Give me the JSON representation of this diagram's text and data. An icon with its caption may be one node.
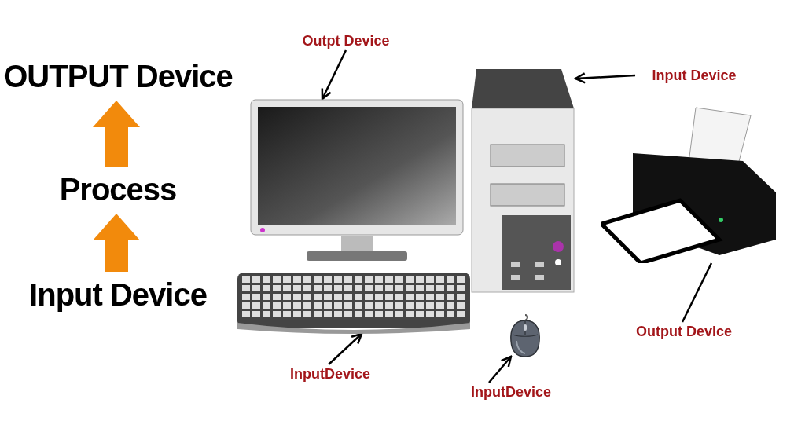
{
  "diagram": {
    "nodes": [
      {
        "text": [
          "OUTPUT Device"
        ]
      },
      {
        "text": [
          "Process"
        ]
      },
      {
        "text": [
          "Input Device"
        ]
      },
      {
        "text": [
          "Outpt Device"
        ]
      },
      {
        "text": [],
        "shape": "picture"
      },
      {
        "text": [],
        "shape": "picture"
      },
      {
        "text": [
          "Input Device"
        ]
      },
      {
        "text": [],
        "shape": "picture"
      },
      {
        "text": [],
        "shape": "picture"
      },
      {
        "text": [],
        "shape": "picture"
      },
      {
        "text": [
          "Output Device"
        ]
      },
      {
        "text": [
          "InputDevice"
        ]
      },
      {
        "text": [
          "InputDevice"
        ]
      }
    ],
    "edges": [
      {
        "from": 2,
        "to": 1,
        "arrow": "to",
        "style": "thick",
        "color": "#f28a0c"
      },
      {
        "from": 1,
        "to": 0,
        "arrow": "to",
        "style": "thick",
        "color": "#f28a0c"
      },
      {
        "from": 3,
        "to": 4,
        "arrow": "to"
      },
      {
        "from": 6,
        "to": 5,
        "arrow": "to"
      },
      {
        "from": 10,
        "to": 7,
        "arrow": "none"
      },
      {
        "from": 11,
        "to": 8,
        "arrow": "to"
      },
      {
        "from": 12,
        "to": 9,
        "arrow": "to"
      }
    ]
  }
}
